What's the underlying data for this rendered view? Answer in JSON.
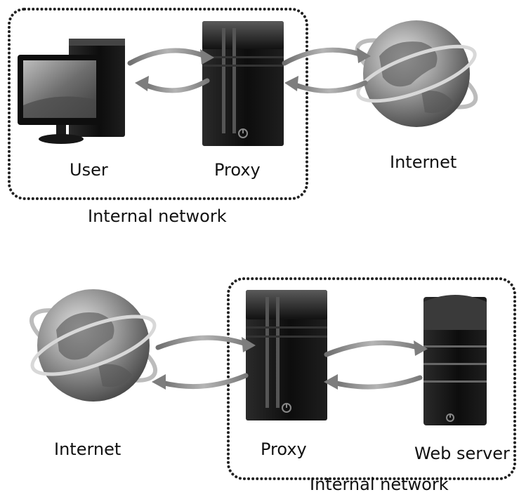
{
  "top_diagram": {
    "user_label": "User",
    "proxy_label": "Proxy",
    "internet_label": "Internet",
    "network_label": "Internal network"
  },
  "bottom_diagram": {
    "internet_label": "Internet",
    "proxy_label": "Proxy",
    "web_server_label": "Web server",
    "network_label": "Internal network"
  },
  "colors": {
    "device_dark": "#111111",
    "arrow_gray": "#8a8a8a",
    "globe_gray": "#7a7a7a",
    "border_dots": "#222222"
  }
}
